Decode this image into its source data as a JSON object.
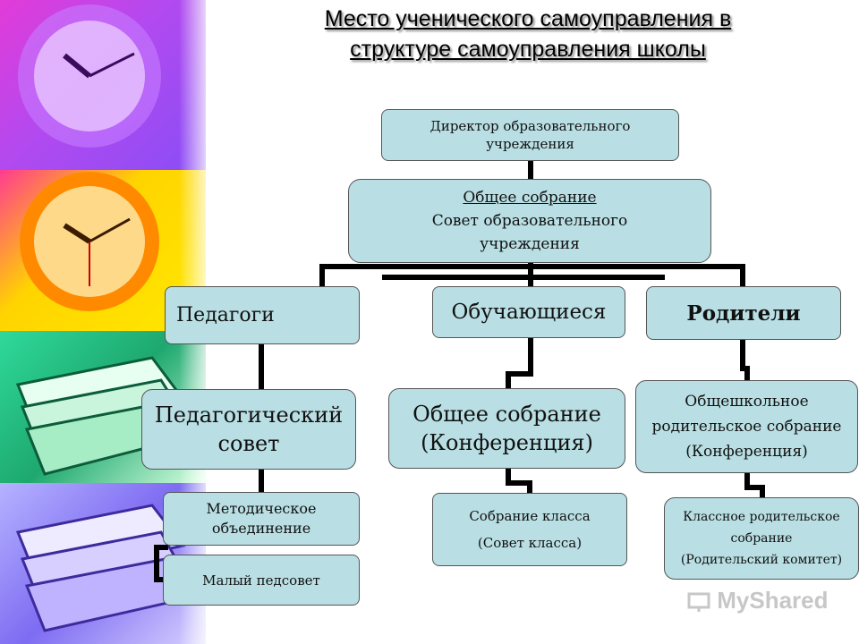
{
  "title": {
    "line1": "Место ученического самоуправления в",
    "line2": "структуре самоуправления школы"
  },
  "nodes": {
    "director": {
      "line1": "Директор образовательного",
      "line2": "учреждения"
    },
    "council": {
      "line1": "Общее собрание",
      "line2": "Совет образовательного",
      "line3": "учреждения"
    },
    "teachers": {
      "label": "Педагоги"
    },
    "students": {
      "label": "Обучающиеся"
    },
    "parents": {
      "label": "Родители"
    },
    "ped_council": {
      "line1": "Педагогический",
      "line2": "совет"
    },
    "method_union": {
      "line1": "Методическое",
      "line2": "объединение"
    },
    "small_council": {
      "label": "Малый педсовет"
    },
    "general_meeting": {
      "line1": "Общее собрание",
      "line2": "(Конференция)"
    },
    "class_meeting": {
      "line1": "Собрание класса",
      "line2": "(Совет класса)"
    },
    "school_parent_meeting": {
      "line1": "Общешкольное",
      "line2": "родительское собрание",
      "line3": "(Конференция)"
    },
    "class_parent_meeting": {
      "line1": "Классное родительское",
      "line2": "собрание",
      "line3": "(Родительский комитет)"
    }
  },
  "watermark": {
    "text": "MyShared"
  },
  "colors": {
    "box_fill": "#b9dfe4",
    "connector": "#000000"
  }
}
